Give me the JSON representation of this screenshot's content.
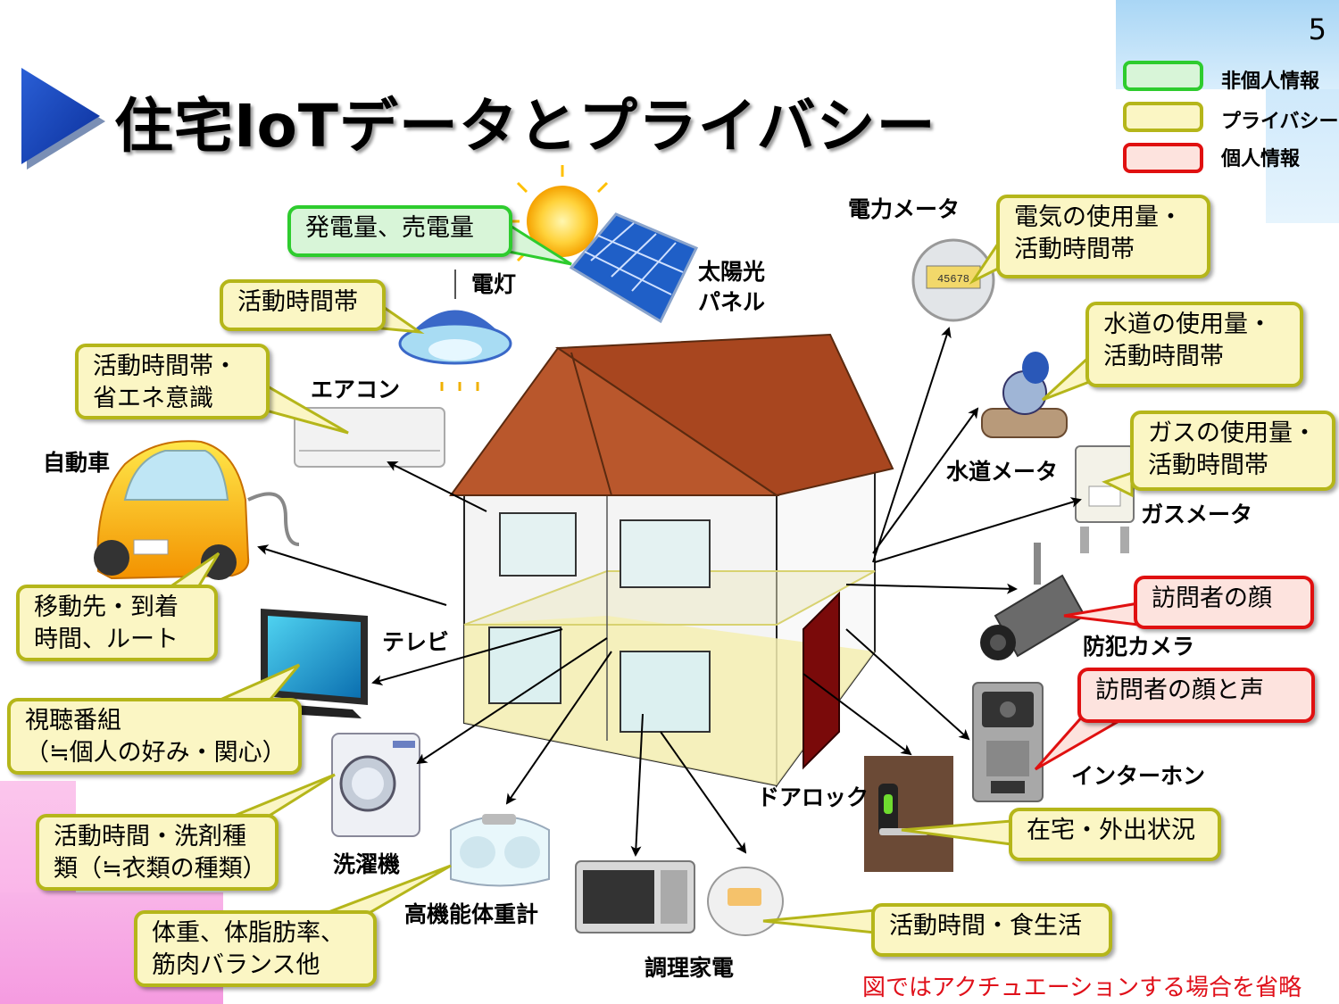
{
  "page_number": "5",
  "title": "住宅IoTデータとプライバシー",
  "legend": [
    {
      "label": "非個人情報",
      "color": "#2ecc2e",
      "fill": "#d8f5d8"
    },
    {
      "label": "プライバシー",
      "color": "#b5b61a",
      "fill": "#fbf6c4"
    },
    {
      "label": "個人情報",
      "color": "#e01010",
      "fill": "#fde3de"
    }
  ],
  "devices": {
    "solar_panel": "太陽光\nパネル",
    "light": "電灯",
    "aircon": "エアコン",
    "car": "自動車",
    "tv": "テレビ",
    "washer": "洗濯機",
    "scale": "高機能体重計",
    "kitchen": "調理家電",
    "door_lock": "ドアロック",
    "intercom": "インターホン",
    "camera": "防犯カメラ",
    "gas_meter": "ガスメータ",
    "water_meter": "水道メータ",
    "power_meter": "電力メータ"
  },
  "callouts": {
    "solar": "発電量、売電量",
    "light": "活動時間帯",
    "aircon": "活動時間帯・\n省エネ意識",
    "car": "移動先・到着\n時間、ルート",
    "tv": "視聴番組\n（≒個人の好み・関心）",
    "washer": "活動時間・洗剤種\n類（≒衣類の種類）",
    "scale": "体重、体脂肪率、\n筋肉バランス他",
    "kitchen": "活動時間・食生活",
    "door_lock": "在宅・外出状況",
    "intercom": "訪問者の顔と声",
    "camera": "訪問者の顔",
    "gas": "ガスの使用量・\n活動時間帯",
    "water": "水道の使用量・\n活動時間帯",
    "power": "電気の使用量・\n活動時間帯"
  },
  "meter_display": "45678",
  "footnote": "図ではアクチュエーションする場合を省略"
}
